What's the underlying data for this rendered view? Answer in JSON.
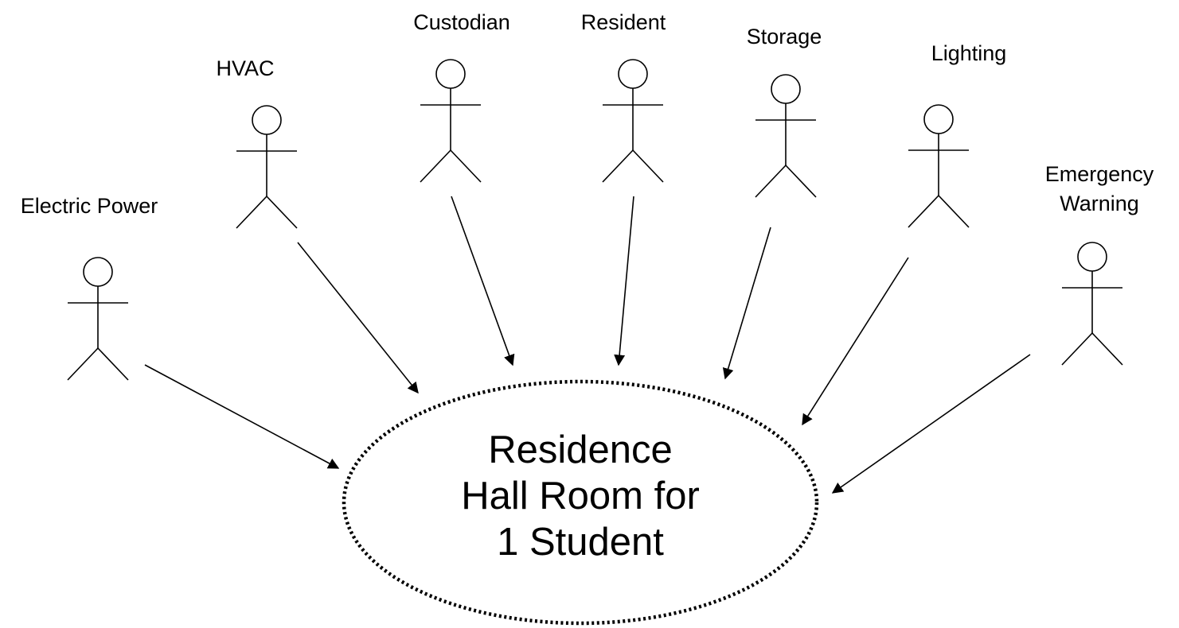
{
  "diagram": {
    "type": "use-case",
    "usecase": {
      "lines": [
        "Residence",
        "Hall Room for",
        "1 Student"
      ]
    },
    "actors": [
      {
        "id": "electric-power",
        "lines": [
          "Electric Power"
        ]
      },
      {
        "id": "hvac",
        "lines": [
          "HVAC"
        ]
      },
      {
        "id": "custodian",
        "lines": [
          "Custodian"
        ]
      },
      {
        "id": "resident",
        "lines": [
          "Resident"
        ]
      },
      {
        "id": "storage",
        "lines": [
          "Storage"
        ]
      },
      {
        "id": "lighting",
        "lines": [
          "Lighting"
        ]
      },
      {
        "id": "emergency-warning",
        "lines": [
          "Emergency",
          "Warning"
        ]
      }
    ],
    "associations": [
      {
        "from": "electric-power",
        "to": "usecase"
      },
      {
        "from": "hvac",
        "to": "usecase"
      },
      {
        "from": "custodian",
        "to": "usecase"
      },
      {
        "from": "resident",
        "to": "usecase"
      },
      {
        "from": "storage",
        "to": "usecase"
      },
      {
        "from": "lighting",
        "to": "usecase"
      },
      {
        "from": "emergency-warning",
        "to": "usecase"
      }
    ]
  }
}
